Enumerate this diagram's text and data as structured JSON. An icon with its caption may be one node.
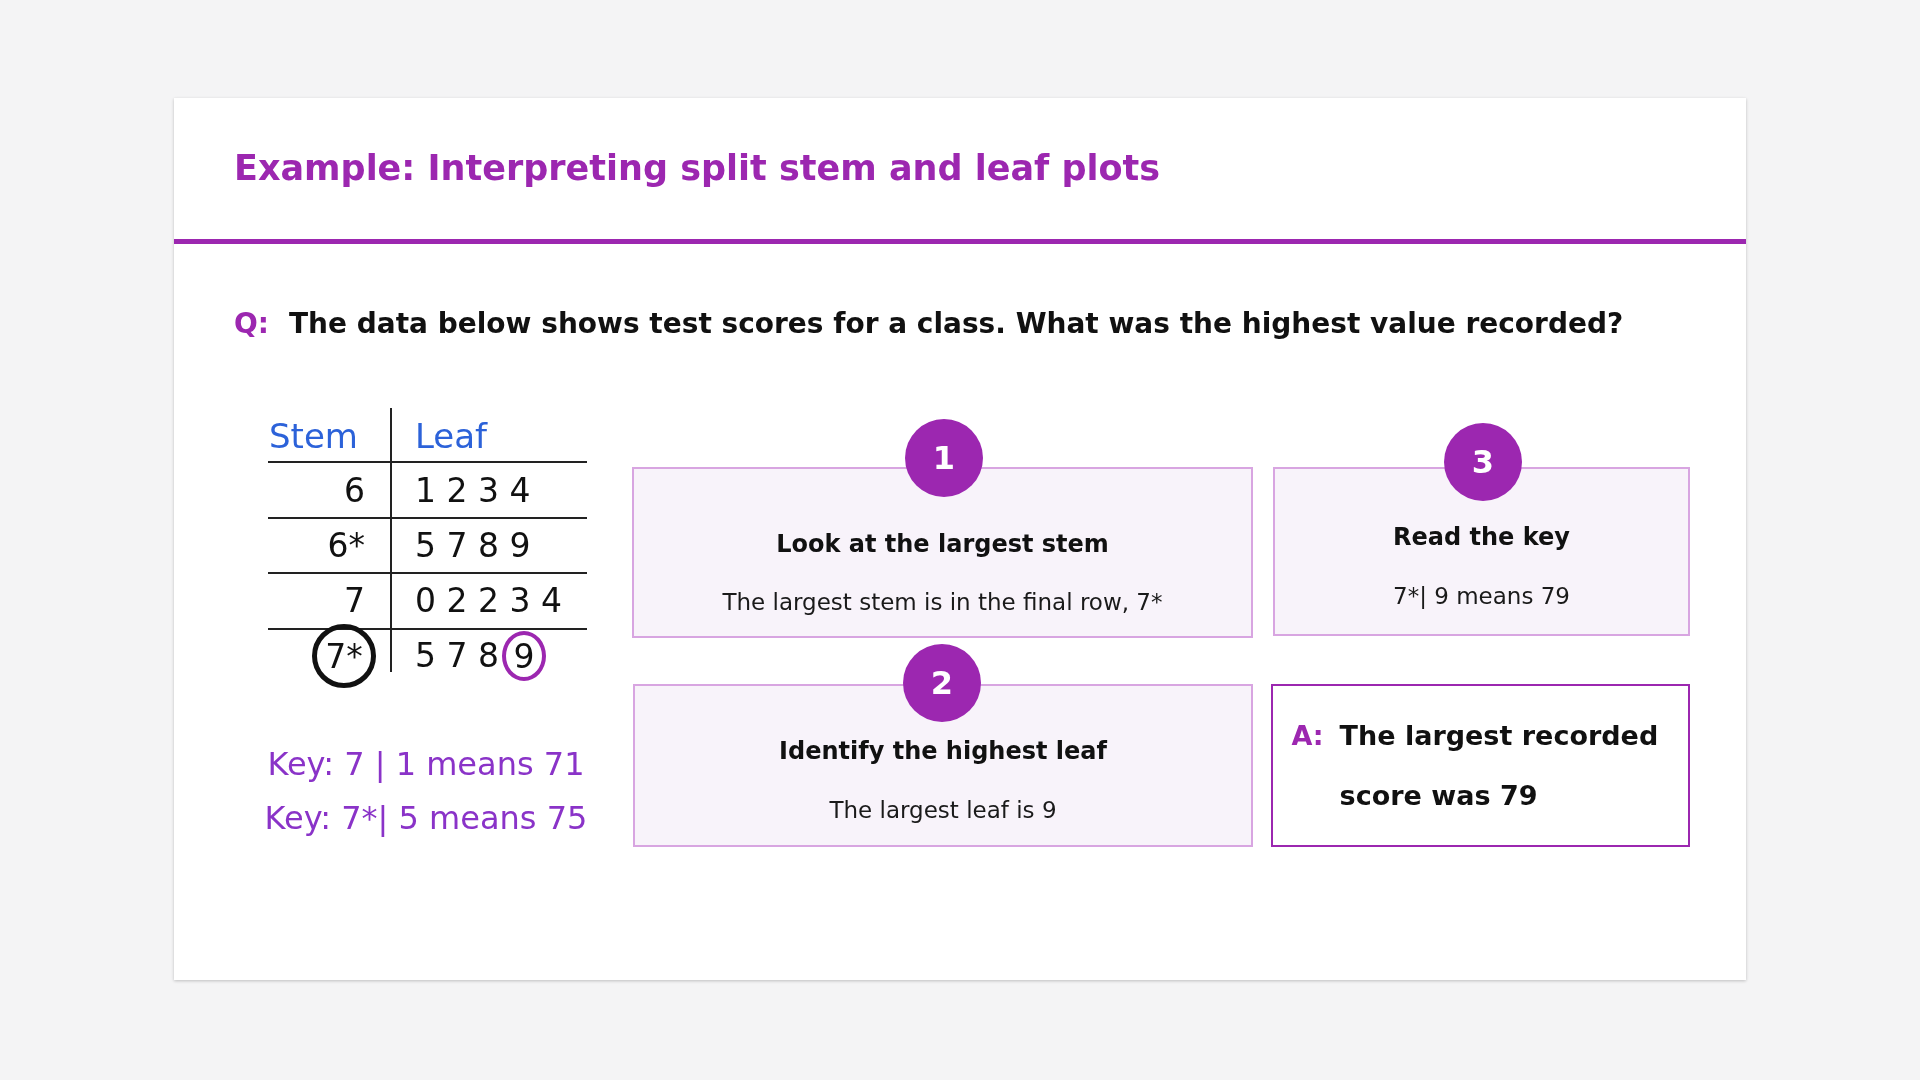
{
  "diagram": {
    "title": "Example: Interpreting split stem and leaf plots",
    "nodes": [
      {
        "text": [
          "7*"
        ]
      },
      {
        "text": [
          "9"
        ]
      },
      {
        "text": [
          "1"
        ]
      },
      {
        "text": [
          "Look at the largest stem",
          "The largest stem is in the final row, 7*"
        ]
      },
      {
        "text": [
          "2"
        ]
      },
      {
        "text": [
          "Identify the highest leaf",
          "The largest leaf is 9"
        ]
      },
      {
        "text": [
          "3"
        ]
      },
      {
        "text": [
          "Read the key",
          "7*| 9 means 79"
        ]
      },
      {
        "text": [
          "A:",
          "The largest recorded score was 79"
        ]
      }
    ],
    "labels": [
      "Q:",
      "The data below shows test scores for a class. What was the highest value recorded?",
      "Stem",
      "Leaf",
      "6",
      "1 2 3 4",
      "6*",
      "5 7 8 9",
      "7",
      "0 2 2 3 4",
      "5 7 8",
      "Key: 7 | 1 means 71",
      "Key: 7*| 5 means 75"
    ]
  }
}
